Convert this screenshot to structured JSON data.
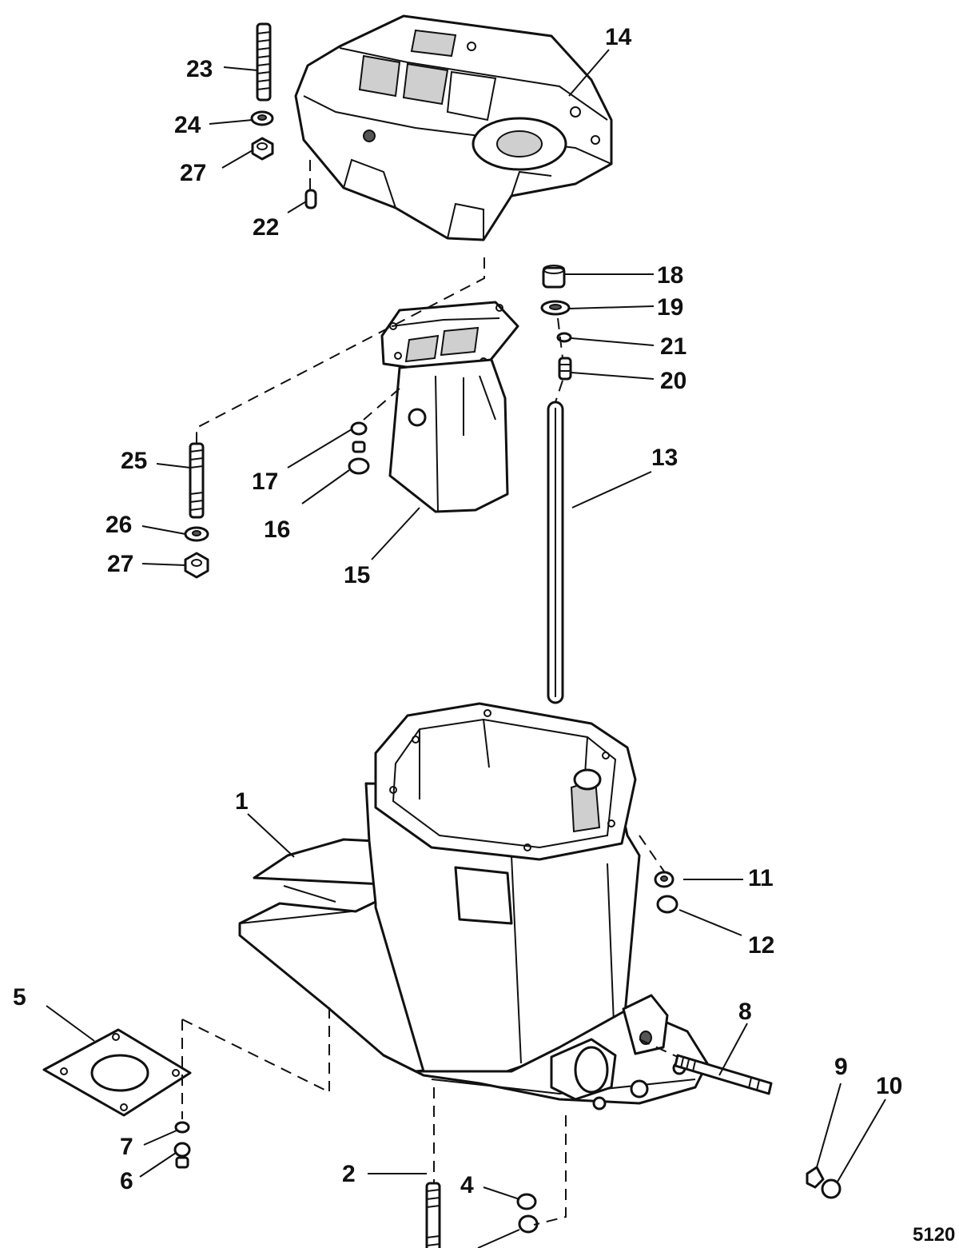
{
  "diagram": {
    "reference_number": "5120",
    "callouts": {
      "c1": "1",
      "c2": "2",
      "c4": "4",
      "c5": "5",
      "c6": "6",
      "c7": "7",
      "c8": "8",
      "c9": "9",
      "c10": "10",
      "c11": "11",
      "c12": "12",
      "c13": "13",
      "c14": "14",
      "c15": "15",
      "c16": "16",
      "c17": "17",
      "c18": "18",
      "c19": "19",
      "c20": "20",
      "c21": "21",
      "c22": "22",
      "c23": "23",
      "c24": "24",
      "c25": "25",
      "c26": "26",
      "c27a": "27",
      "c27b": "27"
    }
  }
}
